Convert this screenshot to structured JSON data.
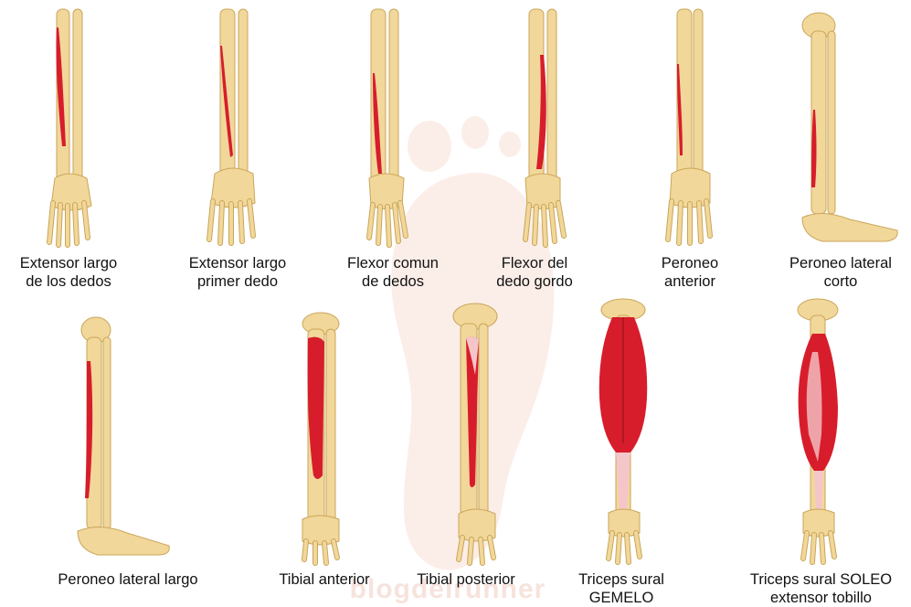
{
  "watermark": {
    "text": "blogdelrunner"
  },
  "colors": {
    "bone": "#f2d79a",
    "bone_shade": "#c9a65a",
    "muscle": "#d71d2b",
    "tendon": "#f4c6c9",
    "watermark": "#f7e3dd"
  },
  "muscles": [
    {
      "id": "extensor-largo-dedos",
      "line1": "Extensor largo",
      "line2": "de los dedos",
      "view": "front"
    },
    {
      "id": "extensor-largo-primer-dedo",
      "line1": "Extensor largo",
      "line2": "primer dedo",
      "view": "front"
    },
    {
      "id": "flexor-comun-dedos",
      "line1": "Flexor comun",
      "line2": "de dedos",
      "view": "back"
    },
    {
      "id": "flexor-dedo-gordo",
      "line1": "Flexor del",
      "line2": "dedo gordo",
      "view": "back"
    },
    {
      "id": "peroneo-anterior",
      "line1": "Peroneo",
      "line2": "anterior",
      "view": "front"
    },
    {
      "id": "peroneo-lateral-corto",
      "line1": "Peroneo lateral",
      "line2": "corto",
      "view": "side"
    },
    {
      "id": "peroneo-lateral-largo",
      "line1": "Peroneo lateral largo",
      "line2": "",
      "view": "side"
    },
    {
      "id": "tibial-anterior",
      "line1": "Tibial anterior",
      "line2": "",
      "view": "front"
    },
    {
      "id": "tibial-posterior",
      "line1": "Tibial posterior",
      "line2": "",
      "view": "back"
    },
    {
      "id": "triceps-sural-gemelo",
      "line1": "Triceps sural",
      "line2": "GEMELO",
      "view": "back"
    },
    {
      "id": "triceps-sural-soleo",
      "line1": "Triceps sural SOLEO",
      "line2": "extensor tobillo",
      "view": "back"
    }
  ]
}
